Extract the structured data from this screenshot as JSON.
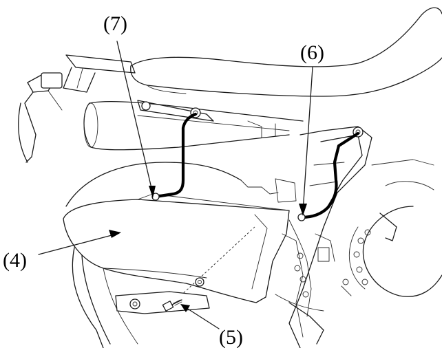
{
  "callouts": {
    "part_4": "(4)",
    "part_5": "(5)",
    "part_6": "(6)",
    "part_7": "(7)"
  },
  "colors": {
    "ink": "#1a1a1a",
    "background": "#ffffff"
  }
}
